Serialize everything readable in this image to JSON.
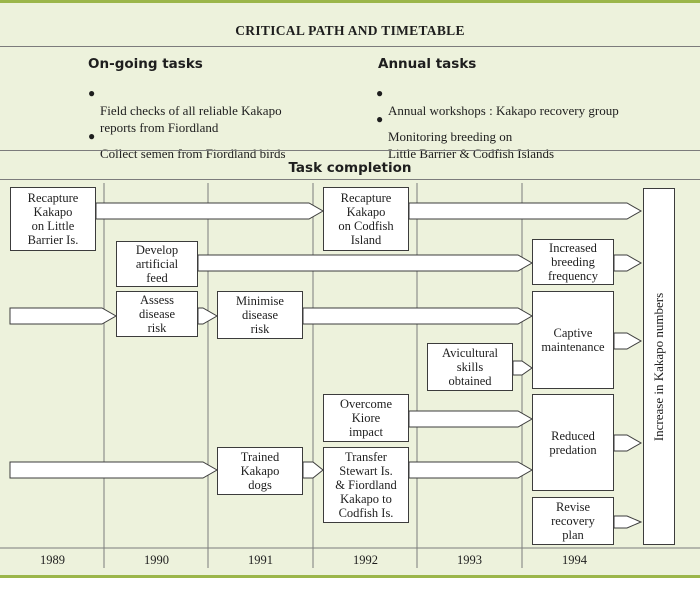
{
  "title": "CRITICAL PATH AND TIMETABLE",
  "ongoing": {
    "heading": "On-going tasks",
    "items": [
      "Field checks of all reliable Kakapo\nreports from Fiordland",
      "Collect semen from Fiordland birds"
    ]
  },
  "annual": {
    "heading": "Annual tasks",
    "items": [
      "Annual workshops : Kakapo recovery group",
      "Monitoring breeding on\nLittle Barrier & Codfish Islands"
    ]
  },
  "completion_title": "Task completion",
  "years": [
    "1989",
    "1990",
    "1991",
    "1992",
    "1993",
    "1994"
  ],
  "tasks": [
    {
      "id": "recapture-little-barrier",
      "label": "Recapture\nKakapo\non Little\nBarrier Is."
    },
    {
      "id": "recapture-codfish",
      "label": "Recapture\nKakapo\non Codfish\nIsland"
    },
    {
      "id": "develop-feed",
      "label": "Develop\nartificial\nfeed"
    },
    {
      "id": "assess-disease",
      "label": "Assess\ndisease\nrisk"
    },
    {
      "id": "minimise-disease",
      "label": "Minimise\ndisease\nrisk"
    },
    {
      "id": "avicultural-skills",
      "label": "Avicultural\nskills\nobtained"
    },
    {
      "id": "overcome-kiore",
      "label": "Overcome\nKiore\nimpact"
    },
    {
      "id": "trained-dogs",
      "label": "Trained\nKakapo\ndogs"
    },
    {
      "id": "transfer-kakapo",
      "label": "Transfer\nStewart Is.\n& Fiordland\nKakapo to\nCodfish Is."
    }
  ],
  "outcomes": [
    {
      "id": "increased-breeding",
      "label": "Increased\nbreeding\nfrequency"
    },
    {
      "id": "captive-maintenance",
      "label": "Captive\nmaintenance"
    },
    {
      "id": "reduced-predation",
      "label": "Reduced\npredation"
    },
    {
      "id": "revise-plan",
      "label": "Revise\nrecovery\nplan"
    }
  ],
  "final_outcome": "Increase in Kakapo numbers",
  "colors": {
    "panel": "#edf2dc",
    "border": "#9bb64a",
    "box": "#ffffff",
    "line": "#3c3c3c"
  }
}
